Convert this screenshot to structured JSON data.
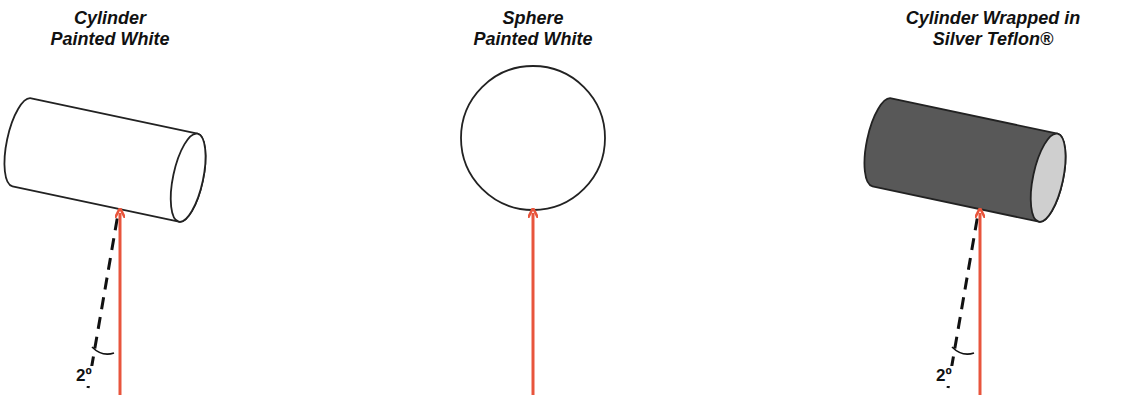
{
  "diagram": {
    "nodes": [
      {
        "text": [
          "Cylinder Painted White"
        ]
      },
      {
        "text": [
          "Sphere Painted White"
        ]
      },
      {
        "text": [
          "Cylinder Wrapped in Silver Teflon®"
        ]
      }
    ],
    "labels": [
      "2º",
      "2º"
    ]
  }
}
